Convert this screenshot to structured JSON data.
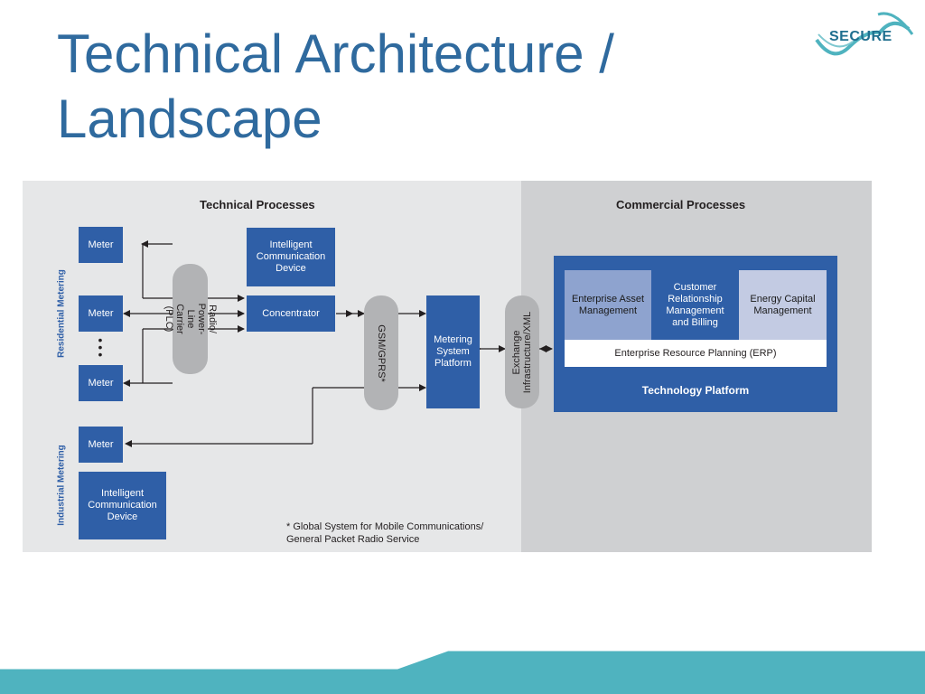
{
  "slide": {
    "title": "Technical Architecture / Landscape",
    "logo_text": "SECURE"
  },
  "sections": {
    "technical_title": "Technical Processes",
    "commercial_title": "Commercial Processes"
  },
  "side_labels": {
    "residential": "Residential Metering",
    "industrial": "Industrial Metering"
  },
  "nodes": {
    "meter_1": "Meter",
    "meter_2": "Meter",
    "meter_3": "Meter",
    "meter_industrial": "Meter",
    "icd_top": "Intelligent\nCommunication\nDevice",
    "icd_industrial": "Intelligent\nCommunication\nDevice",
    "concentrator": "Concentrator",
    "metering_platform": "Metering\nSystem\nPlatform"
  },
  "channels": {
    "plc": "Radio/\nPower-Line Carrier\n(PLC)",
    "gsm": "GSM/GPRS*",
    "exchange": "Exchange\nInfrastructure/XML"
  },
  "commercial": {
    "enterprise_asset": "Enterprise Asset\nManagement",
    "crm": "Customer\nRelationship\nManagement\nand Billing",
    "energy_capital": "Energy Capital\nManagement",
    "erp": "Enterprise Resource Planning (ERP)",
    "platform_label": "Technology Platform"
  },
  "footnote": "* Global System for Mobile Communications/\nGeneral Packet Radio Service",
  "colors": {
    "title": "#2f6a9e",
    "box_blue": "#2f5fa7",
    "pill_gray": "#b2b3b5",
    "left_bg": "#e6e7e8",
    "right_bg": "#cfd0d2",
    "footer_teal": "#4fb3bf"
  }
}
